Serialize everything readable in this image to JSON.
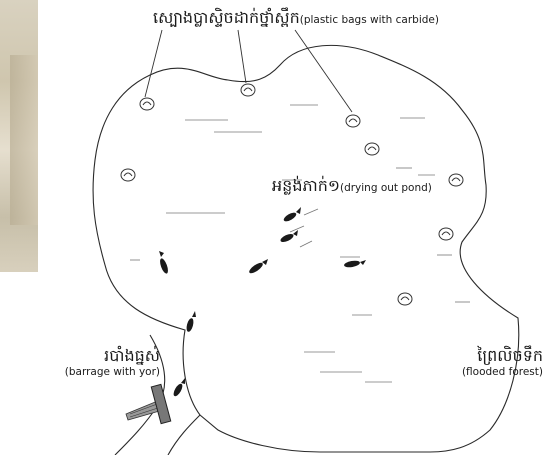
{
  "labels": {
    "plastic_bags": {
      "khmer": "ស្បោងប្លាស្ទិចដាក់ថ្នាំស្ពឹក",
      "english": "(plastic bags with carbide)"
    },
    "pond": {
      "khmer": "អន្លង់ភាក់១",
      "english": "(drying out pond)"
    },
    "barrage": {
      "khmer": "របាំងធ្នស់",
      "english": "(barrage with yor)"
    },
    "forest": {
      "khmer": "ព្រៃលិចទឹក",
      "english": "(flooded forest)"
    }
  },
  "icons": {
    "bag": "plastic-bag-icon",
    "fish": "fish-icon",
    "barrage": "barrage-icon"
  },
  "colors": {
    "ink": "#1a1a1a",
    "photo": "#d3c9b3"
  }
}
